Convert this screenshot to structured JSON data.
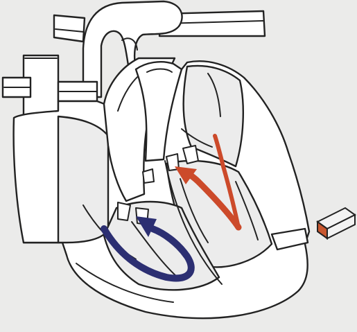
{
  "diagram": {
    "colors": {
      "background": "#ebebea",
      "wall": "#ffffff",
      "chamber": "#ececec",
      "outline": "#222222",
      "oxygenated_flow": "#cc4a2a",
      "deoxygenated_flow": "#2c2f72",
      "section_cut": "#c9572f"
    },
    "arrows": [
      {
        "id": "left-ventricle-flow",
        "color_key": "oxygenated_flow",
        "direction": "upward"
      },
      {
        "id": "right-ventricle-flow",
        "color_key": "deoxygenated_flow",
        "direction": "upward"
      }
    ]
  }
}
